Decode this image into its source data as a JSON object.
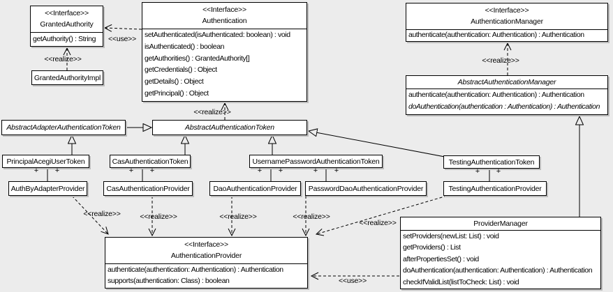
{
  "labels": {
    "use": "<<use>>",
    "realize": "<<realize>>",
    "plus": "+"
  },
  "classes": {
    "granted_authority": {
      "stereotype": "<<Interface>>",
      "name": "GrantedAuthority",
      "methods": [
        "getAuthority() : String"
      ]
    },
    "granted_authority_impl": {
      "name": "GrantedAuthorityImpl"
    },
    "authentication": {
      "stereotype": "<<Interface>>",
      "name": "Authentication",
      "methods": [
        "setAuthenticated(isAuthenticated: boolean) : void",
        "isAuthenticated() : boolean",
        "getAuthorities() : GrantedAuthority[]",
        "getCredentials() : Object",
        "getDetails() : Object",
        "getPrincipal() : Object"
      ]
    },
    "authentication_manager": {
      "stereotype": "<<Interface>>",
      "name": "AuthenticationManager",
      "methods": [
        "authenticate(authentication: Authentication) : Authentication"
      ]
    },
    "abstract_authentication_manager": {
      "name": "AbstractAuthenticationManager",
      "methods": [
        "authenticate(authentication: Authentication) : Authentication",
        "doAuthentication(authentication : Authentication) : Authentication"
      ]
    },
    "abstract_adapter_authentication_token": {
      "name": "AbstractAdapterAuthenticationToken"
    },
    "abstract_authentication_token": {
      "name": "AbstractAuthenticationToken"
    },
    "principal_acegi_user_token": {
      "name": "PrincipalAcegiUserToken"
    },
    "cas_authentication_token": {
      "name": "CasAuthenticationToken"
    },
    "username_password_authentication_token": {
      "name": "UsernamePasswordAuthenticationToken"
    },
    "testing_authentication_token": {
      "name": "TestingAuthenticationToken"
    },
    "auth_by_adapter_provider": {
      "name": "AuthByAdapterProvider"
    },
    "cas_authentication_provider": {
      "name": "CasAuthenticationProvider"
    },
    "dao_authentication_provider": {
      "name": "DaoAuthenticationProvider"
    },
    "password_dao_authentication_provider": {
      "name": "PasswordDaoAuthenticationProvider"
    },
    "testing_authentication_provider": {
      "name": "TestingAuthenticationProvider"
    },
    "authentication_provider": {
      "stereotype": "<<Interface>>",
      "name": "AuthenticationProvider",
      "methods": [
        "authenticate(authentication: Authentication) : Authentication",
        "supports(authentication: Class) : boolean"
      ]
    },
    "provider_manager": {
      "name": "ProviderManager",
      "methods": [
        "setProviders(newList: List) : void",
        "getProviders() : List",
        "afterPropertiesSet() : void",
        "doAuthentication(authentication: Authentication) : Authentication",
        "checkIfValidList(listToCheck: List) : void"
      ]
    },
    "relationships": [
      {
        "type": "use",
        "from": "Authentication",
        "to": "GrantedAuthority"
      },
      {
        "type": "realize",
        "from": "GrantedAuthorityImpl",
        "to": "GrantedAuthority"
      },
      {
        "type": "realize",
        "from": "AbstractAuthenticationToken",
        "to": "Authentication"
      },
      {
        "type": "realize",
        "from": "AbstractAuthenticationManager",
        "to": "AuthenticationManager"
      },
      {
        "type": "generalize",
        "from": "AbstractAdapterAuthenticationToken",
        "to": "AbstractAuthenticationToken"
      },
      {
        "type": "generalize",
        "from": "PrincipalAcegiUserToken",
        "to": "AbstractAdapterAuthenticationToken"
      },
      {
        "type": "generalize",
        "from": "CasAuthenticationToken",
        "to": "AbstractAuthenticationToken"
      },
      {
        "type": "generalize",
        "from": "UsernamePasswordAuthenticationToken",
        "to": "AbstractAuthenticationToken"
      },
      {
        "type": "generalize",
        "from": "TestingAuthenticationToken",
        "to": "AbstractAuthenticationToken"
      },
      {
        "type": "generalize",
        "from": "ProviderManager",
        "to": "AbstractAuthenticationManager"
      },
      {
        "type": "associate",
        "from": "PrincipalAcegiUserToken",
        "to": "AuthByAdapterProvider"
      },
      {
        "type": "associate",
        "from": "CasAuthenticationToken",
        "to": "CasAuthenticationProvider"
      },
      {
        "type": "associate",
        "from": "UsernamePasswordAuthenticationToken",
        "to": "DaoAuthenticationProvider"
      },
      {
        "type": "associate",
        "from": "UsernamePasswordAuthenticationToken",
        "to": "PasswordDaoAuthenticationProvider"
      },
      {
        "type": "associate",
        "from": "TestingAuthenticationToken",
        "to": "TestingAuthenticationProvider"
      },
      {
        "type": "realize",
        "from": "AuthByAdapterProvider",
        "to": "AuthenticationProvider"
      },
      {
        "type": "realize",
        "from": "CasAuthenticationProvider",
        "to": "AuthenticationProvider"
      },
      {
        "type": "realize",
        "from": "DaoAuthenticationProvider",
        "to": "AuthenticationProvider"
      },
      {
        "type": "realize",
        "from": "PasswordDaoAuthenticationProvider",
        "to": "AuthenticationProvider"
      },
      {
        "type": "realize",
        "from": "TestingAuthenticationProvider",
        "to": "AuthenticationProvider"
      },
      {
        "type": "use",
        "from": "ProviderManager",
        "to": "AuthenticationProvider"
      }
    ]
  }
}
